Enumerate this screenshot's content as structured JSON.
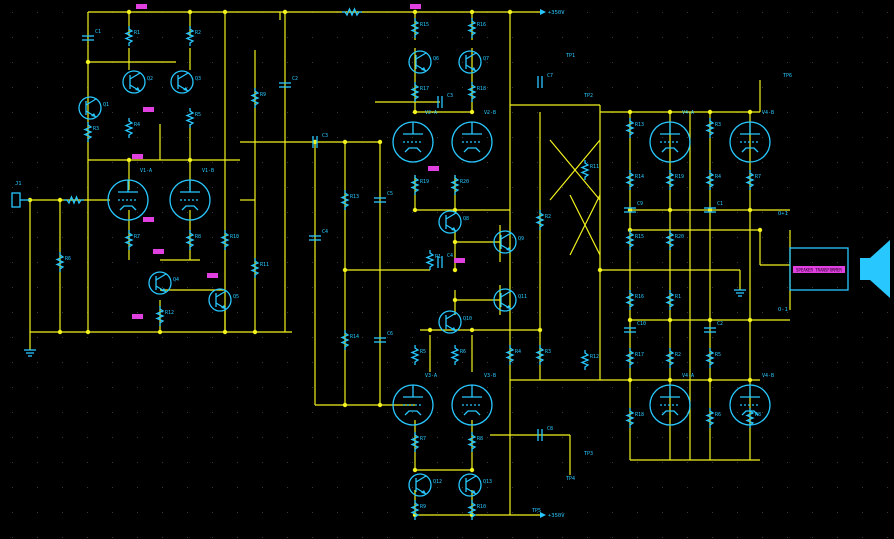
{
  "colors": {
    "background": "#000000",
    "wire": "#f2f21e",
    "component": "#28c8ff",
    "net_tag": "#e040e0",
    "grid_dot": "#3a3a3a"
  },
  "rails": {
    "positive": "+350V",
    "negative": "+350V"
  },
  "connector": {
    "name": "J1"
  },
  "speaker_label": "SPEAKER TRANSFORMER",
  "test_points": [
    "TP1",
    "TP2",
    "TP3",
    "TP4",
    "TP5",
    "TP6"
  ],
  "outputs": [
    "O+1",
    "O-1"
  ],
  "tube_refs": [
    "V1-A",
    "V1-B",
    "V2-A",
    "V2-B",
    "V3-A",
    "V3-B",
    "V4-A",
    "V4-B"
  ],
  "transistor_refs": [
    "Q1",
    "Q2",
    "Q3",
    "Q4",
    "Q5",
    "Q6",
    "Q7",
    "Q8",
    "Q9",
    "Q10",
    "Q11",
    "Q12",
    "Q13"
  ],
  "resistor_refs": [
    "R1",
    "R2",
    "R3",
    "R4",
    "R5",
    "R6",
    "R7",
    "R8",
    "R9",
    "R10",
    "R11",
    "R12",
    "R13",
    "R14",
    "R15",
    "R16",
    "R17",
    "R18",
    "R19",
    "R20"
  ],
  "capacitor_refs": [
    "C1",
    "C2",
    "C3",
    "C4",
    "C5",
    "C6",
    "C7",
    "C8",
    "C9",
    "C10"
  ]
}
